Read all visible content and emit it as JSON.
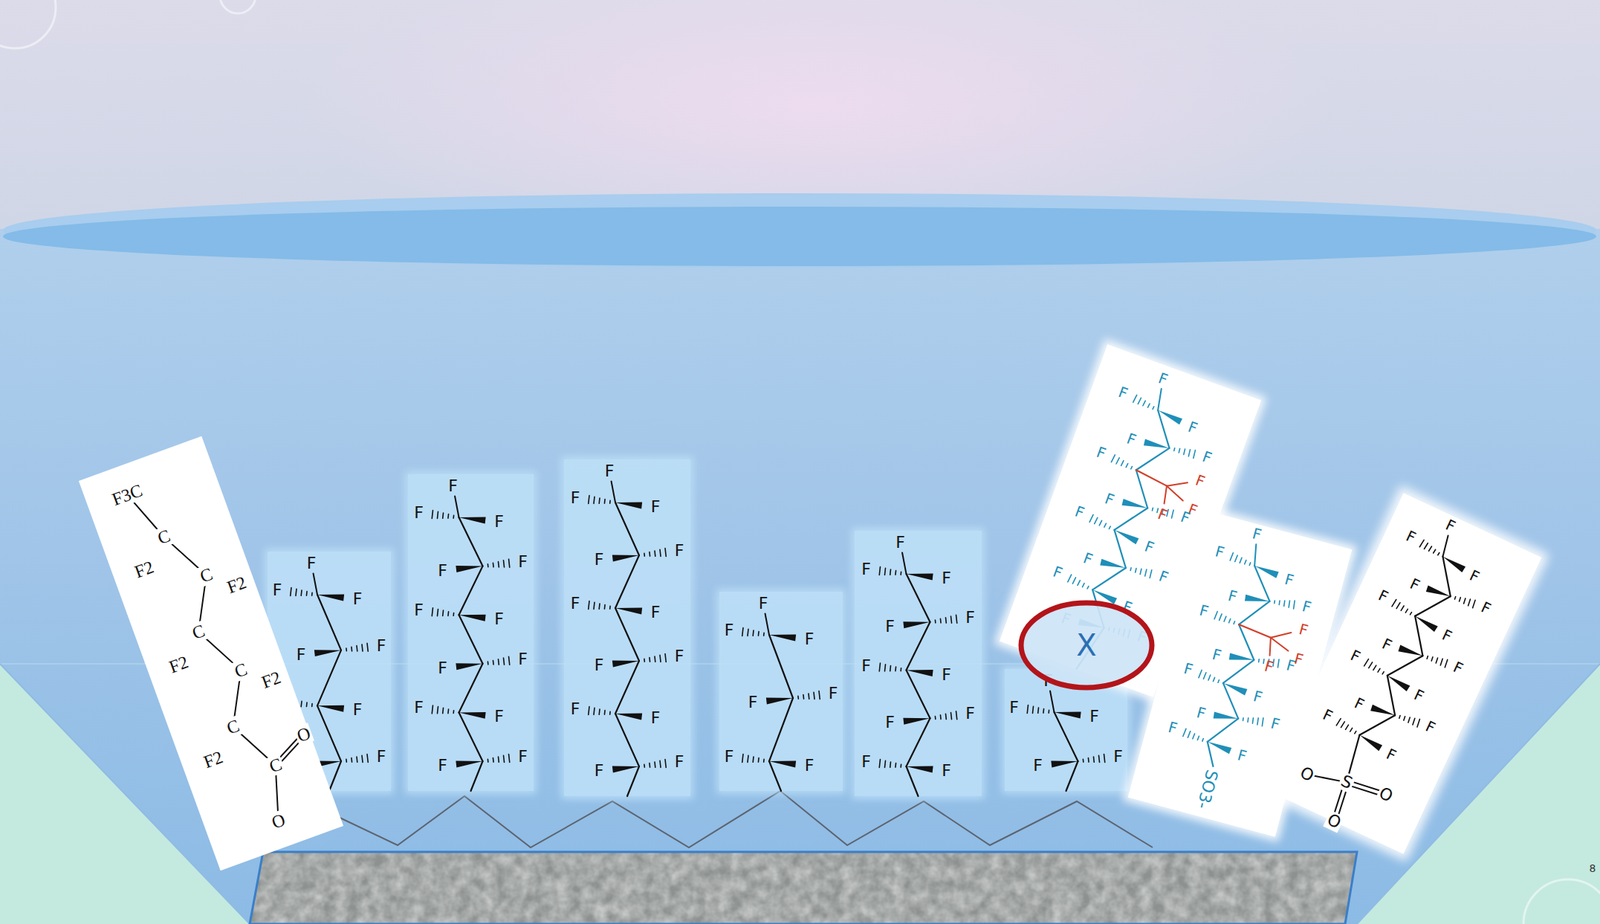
{
  "diagram": {
    "nodes": [
      {
        "text": [
          "X"
        ]
      }
    ],
    "labels": [
      "F3C",
      "C",
      "F2",
      "C",
      "F2",
      "C",
      "F2",
      "C",
      "F2",
      "C",
      "F2",
      "C",
      "O",
      "O",
      "F",
      "F",
      "F",
      "F",
      "F",
      "F",
      "F",
      "F",
      "F",
      "F",
      "F",
      "F",
      "F",
      "F",
      "F",
      "F",
      "F",
      "F",
      "F",
      "F",
      "F",
      "F",
      "F",
      "F",
      "F",
      "F",
      "F",
      "F",
      "F",
      "F",
      "F",
      "F",
      "F",
      "F",
      "F",
      "F",
      "F",
      "F",
      "F",
      "F",
      "F",
      "F",
      "F",
      "F",
      "F",
      "F",
      "F",
      "F",
      "F",
      "F",
      "F",
      "F",
      "F",
      "F",
      "F",
      "F",
      "F",
      "F",
      "F",
      "F",
      "F",
      "F",
      "F",
      "F",
      "F",
      "F",
      "F",
      "F",
      "F",
      "F",
      "F",
      "F",
      "F",
      "F",
      "F",
      "F",
      "F",
      "F",
      "F",
      "F",
      "F",
      "F",
      "F",
      "F",
      "F",
      "F",
      "F",
      "F",
      "F",
      "F",
      "F",
      "F",
      "F",
      "F",
      "SO3-",
      "F",
      "F",
      "F",
      "F",
      "F",
      "F",
      "F",
      "F",
      "F",
      "F",
      "F",
      "F",
      "F",
      "F",
      "F",
      "S",
      "O",
      "O",
      "O",
      "8"
    ]
  }
}
